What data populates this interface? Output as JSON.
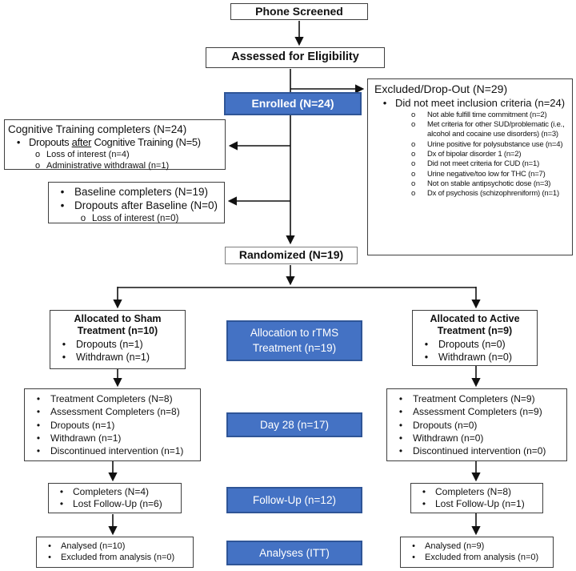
{
  "markers": {
    "bullet": "•",
    "circle": "o"
  },
  "colors": {
    "accent_blue": "#4472C4",
    "accent_blue_border": "#2F5597",
    "line": "#111111"
  },
  "screening": {
    "phone_screened": "Phone Screened",
    "assessed": "Assessed for Eligibility",
    "enrolled": "Enrolled (N=24)",
    "randomized": "Randomized (N=19)"
  },
  "excluded": {
    "title": "Excluded/Drop-Out (N=29)",
    "bullet": "Did not meet inclusion criteria (n=24)",
    "sub_items": [
      "Not able fulfill time commitment (n=2)",
      "Met criteria for other SUD/problematic (i.e., alcohol and cocaine use disorders) (n=3)",
      "Urine positive for polysubstance use (n=4)",
      "Dx of bipolar disorder 1 (n=2)",
      "Did not meet criteria for CUD (n=1)",
      "Urine negative/too low for THC (n=7)",
      "Not on stable antipsychotic dose (n=3)",
      "Dx of psychosis (schizophreniform) (n=1)"
    ]
  },
  "cognitive_training": {
    "title": "Cognitive Training completers (N=24)",
    "dropouts_pre": "Dropouts ",
    "dropouts_word": "after",
    "dropouts_post": " Cognitive Training (N=5)",
    "sub_items": [
      "Loss of interest (n=4)",
      "Administrative withdrawal (n=1)"
    ]
  },
  "baseline": {
    "bullets": [
      "Baseline completers (N=19)",
      "Dropouts after Baseline (N=0)"
    ],
    "sub_items": [
      "Loss of interest (n=0)"
    ]
  },
  "sham": {
    "title1": "Allocated to Sham",
    "title2": "Treatment (n=10)",
    "bullets": [
      "Dropouts (n=1)",
      "Withdrawn (n=1)"
    ]
  },
  "active": {
    "title1": "Allocated to Active",
    "title2": "Treatment (n=9)",
    "bullets": [
      "Dropouts (n=0)",
      "Withdrawn (n=0)"
    ]
  },
  "stages": {
    "allocation1": "Allocation to rTMS",
    "allocation2": "Treatment (n=19)",
    "day28": "Day 28 (n=17)",
    "followup": "Follow-Up (n=12)",
    "analyses": "Analyses (ITT)"
  },
  "day28_sham": {
    "bullets": [
      "Treatment Completers (N=8)",
      "Assessment Completers (n=8)",
      "Dropouts (n=1)",
      "Withdrawn (n=1)",
      "Discontinued intervention (n=1)"
    ]
  },
  "day28_active": {
    "bullets": [
      "Treatment Completers (N=9)",
      "Assessment Completers (n=9)",
      "Dropouts (n=0)",
      "Withdrawn (n=0)",
      "Discontinued intervention (n=0)"
    ]
  },
  "followup_sham": {
    "bullets": [
      "Completers (N=4)",
      "Lost Follow-Up (n=6)"
    ]
  },
  "followup_active": {
    "bullets": [
      "Completers (N=8)",
      "Lost Follow-Up (n=1)"
    ]
  },
  "analyses_sham": {
    "bullets": [
      "Analysed (n=10)",
      "Excluded from analysis (n=0)"
    ]
  },
  "analyses_active": {
    "bullets": [
      "Analysed (n=9)",
      "Excluded from analysis (n=0)"
    ]
  }
}
